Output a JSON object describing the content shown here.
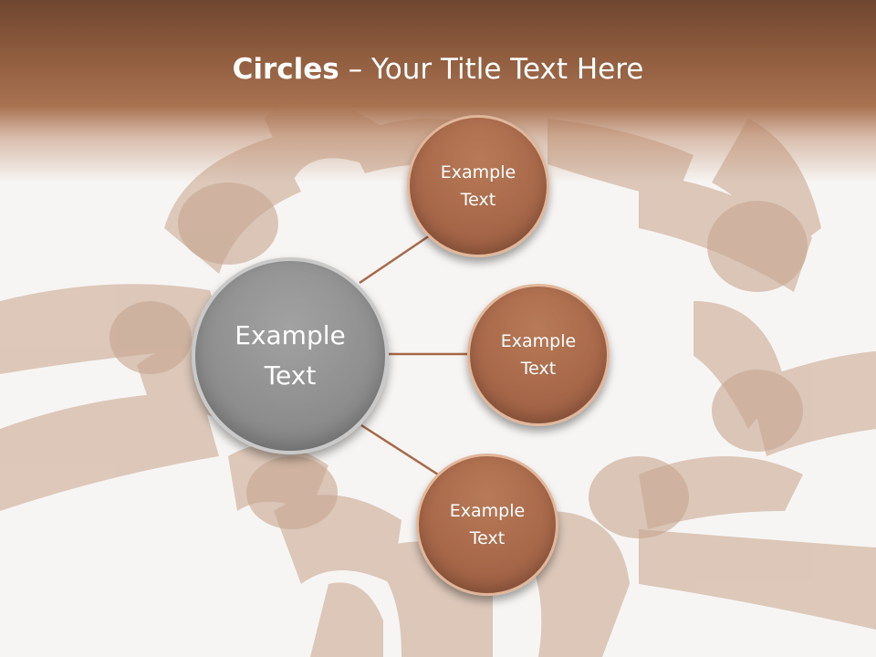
{
  "slide": {
    "title_bold": "Circles",
    "title_rest": " – Your Title Text Here",
    "accent_color": "#a8684a",
    "hub_color": "#8f8f8f",
    "background_image": "hands-circle-photo"
  },
  "diagram": {
    "hub": {
      "label": "Example\nText"
    },
    "nodes": [
      {
        "label": "Example\nText"
      },
      {
        "label": "Example\nText"
      },
      {
        "label": "Example\nText"
      }
    ]
  }
}
